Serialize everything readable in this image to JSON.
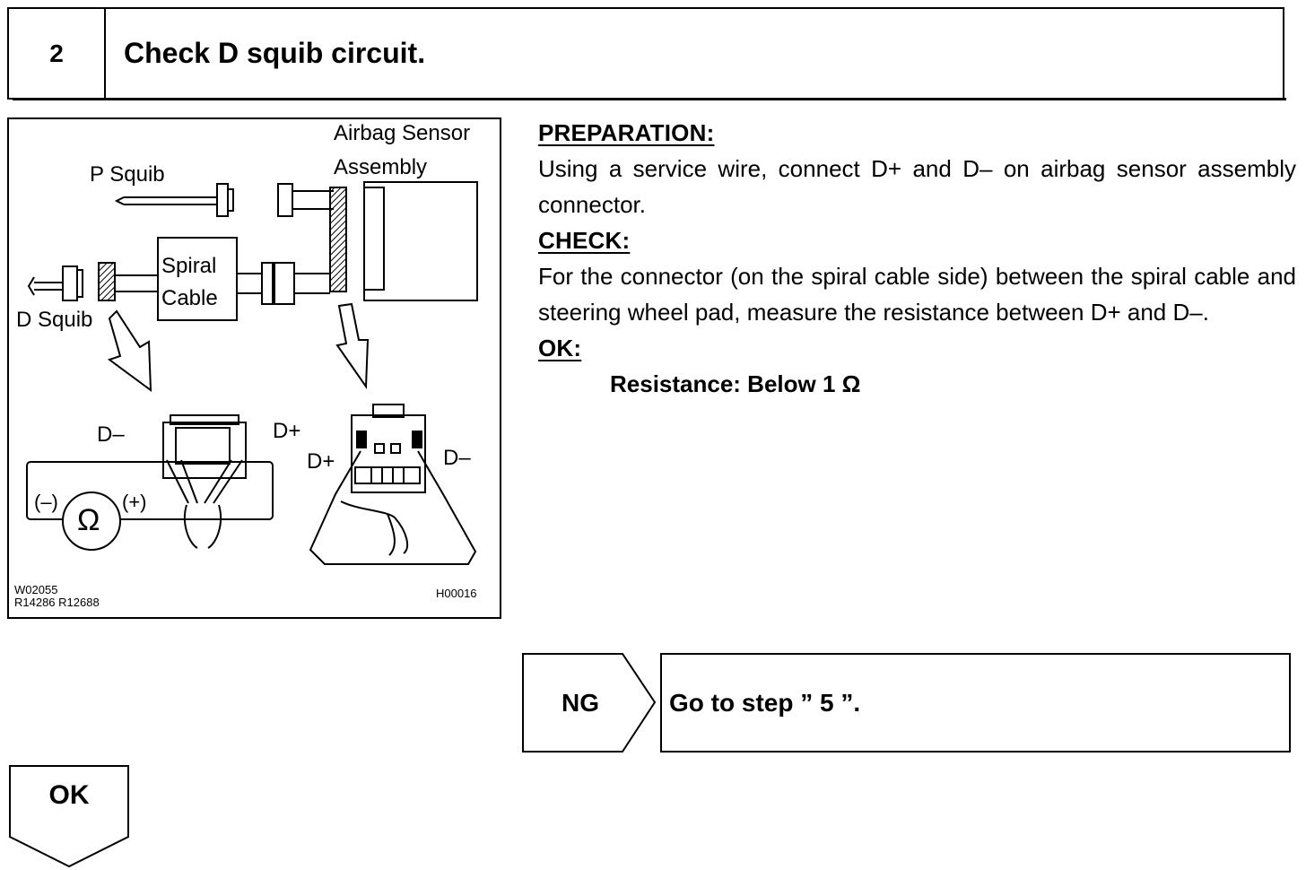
{
  "step": {
    "number": "2",
    "title": "Check D squib circuit."
  },
  "diagram": {
    "labels": {
      "airbag_sensor_line1": "Airbag Sensor",
      "airbag_sensor_line2": "Assembly",
      "p_squib": "P Squib",
      "spiral_line1": "Spiral",
      "spiral_line2": "Cable",
      "d_squib": "D Squib",
      "d_minus_left": "D–",
      "d_plus_left": "D+",
      "d_plus_right": "D+",
      "d_minus_right": "D–",
      "ohm": "Ω",
      "minus_terminal": "(–)",
      "plus_terminal": "(+)"
    },
    "codes": {
      "left_line1": "W02055",
      "left_line2": "R14286 R12688",
      "right": "H00016"
    }
  },
  "preparation": {
    "heading": "PREPARATION:",
    "text": "Using a service wire, connect D+ and D– on airbag sensor assembly connector."
  },
  "check": {
    "heading": "CHECK:",
    "text": "For the connector (on the spiral cable side) between the spiral cable and steering wheel pad, measure the resistance between D+ and D–."
  },
  "ok_spec": {
    "heading": "OK:",
    "text": "Resistance: Below 1 Ω"
  },
  "ng": {
    "label": "NG",
    "action": "Go to step ” 5 ”."
  },
  "ok_arrow": {
    "label": "OK"
  }
}
